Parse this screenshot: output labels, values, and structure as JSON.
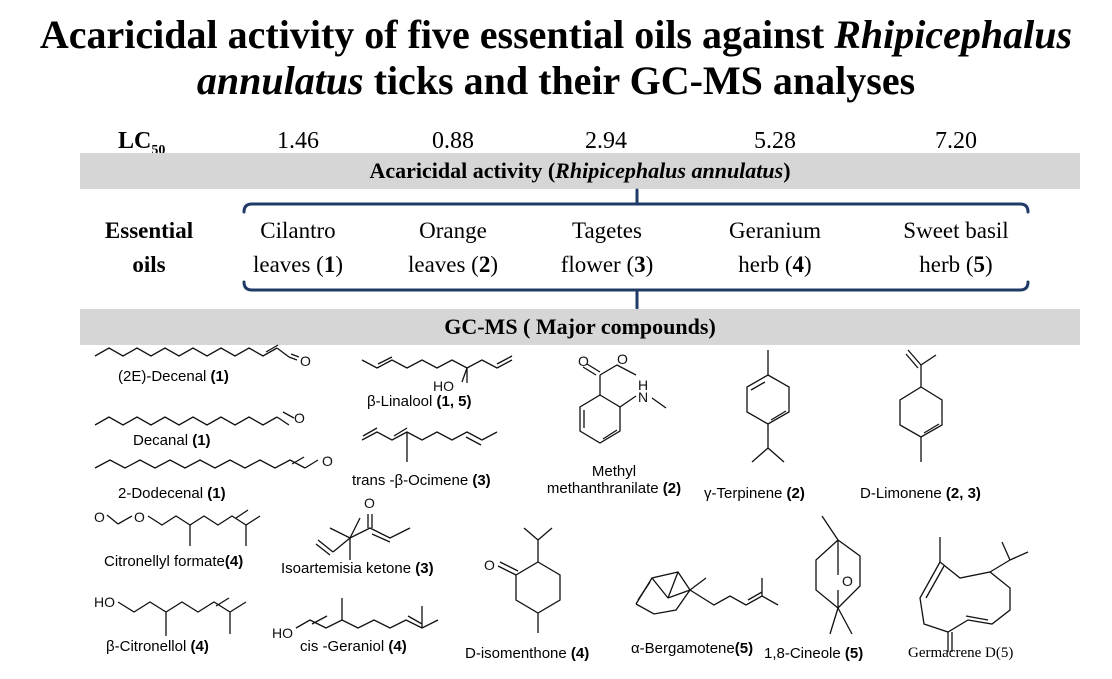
{
  "title": {
    "part1": "Acaricidal activity of five essential oils against ",
    "italic1": "Rhipicephalus",
    "italic2": "annulatus",
    "part2": " ticks and their GC-MS analyses"
  },
  "lc50": {
    "label": "LC",
    "label_sub": "50",
    "values": [
      "1.46",
      "0.88",
      "2.94",
      "5.28",
      "7.20"
    ]
  },
  "activity_band": {
    "text_before": "Acaricidal activity (",
    "italic": "Rhipicephalus annulatus",
    "text_after": ")"
  },
  "essential_oils": {
    "label_line1": "Essential",
    "label_line2": "oils",
    "oils": [
      {
        "line1": "Cilantro",
        "line2": "leaves (",
        "num": "1",
        "close": ")"
      },
      {
        "line1": "Orange",
        "line2": "leaves (",
        "num": "2",
        "close": ")"
      },
      {
        "line1": "Tagetes",
        "line2": "flower (",
        "num": "3",
        "close": ")"
      },
      {
        "line1": "Geranium",
        "line2": "herb (",
        "num": "4",
        "close": ")"
      },
      {
        "line1": "Sweet basil",
        "line2": "herb (",
        "num": "5",
        "close": ")"
      }
    ]
  },
  "gcms_band": {
    "text": "GC-MS ( Major compounds)"
  },
  "compounds": [
    {
      "name": "(2E)-Decenal ",
      "ref": "(1)"
    },
    {
      "name": "Decanal ",
      "ref": "(1)"
    },
    {
      "name": "2-Dodecenal ",
      "ref": "(1)"
    },
    {
      "name": "β-Linalool ",
      "ref": "(1, 5)"
    },
    {
      "name": "trans -β-Ocimene ",
      "ref": "(3)"
    },
    {
      "name_line1": "Methyl",
      "name": "methanthranilate ",
      "ref": "(2)"
    },
    {
      "name": "γ-Terpinene ",
      "ref": "(2)"
    },
    {
      "name": "D-Limonene ",
      "ref": "(2, 3)"
    },
    {
      "name": "Citronellyl formate",
      "ref": "(4)"
    },
    {
      "name": "Isoartemisia ketone ",
      "ref": "(3)"
    },
    {
      "name": "β-Citronellol ",
      "ref": "(4)"
    },
    {
      "name": "cis -Geraniol ",
      "ref": "(4)"
    },
    {
      "name": "D-isomenthone ",
      "ref": "(4)"
    },
    {
      "name": "α-Bergamotene",
      "ref": "(5)"
    },
    {
      "name": "1,8-Cineole ",
      "ref": "(5)"
    },
    {
      "name": "Germacrene D(5)",
      "ref": ""
    }
  ],
  "atom_labels": {
    "o": "O",
    "ho": "HO",
    "h": "H",
    "n": "N"
  }
}
